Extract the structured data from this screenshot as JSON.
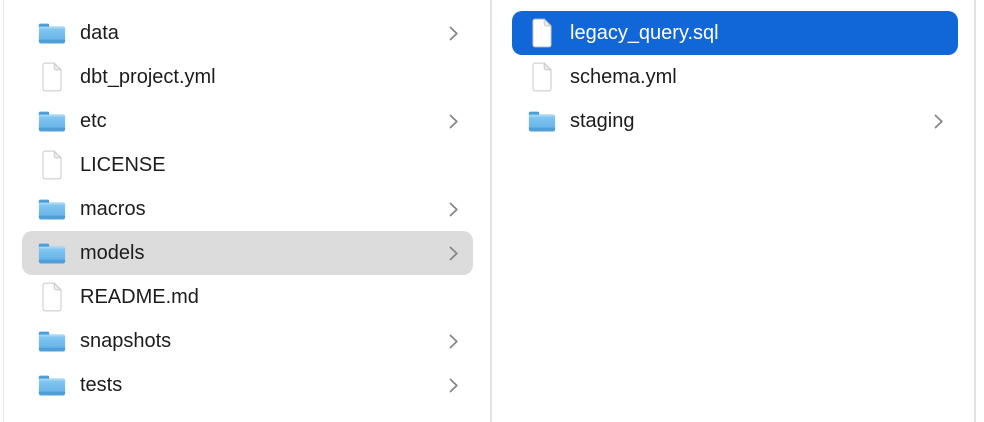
{
  "colors": {
    "selection_active": "#1166d8",
    "selection_inactive": "#dcdcdc",
    "background": "#ffffff",
    "divider": "#e3e3e3",
    "text": "#1c1c1e",
    "selected_text": "#ffffff",
    "chevron": "#868686",
    "folder_blue": "#5caee6",
    "folder_blue_dark": "#4f9ed8"
  },
  "columns": [
    {
      "name": "parent-folder-column",
      "items": [
        {
          "label": "data",
          "type": "folder",
          "icon": "folder-icon",
          "chevron": true,
          "chevron_icon": "chevron-right-icon",
          "selected": "none"
        },
        {
          "label": "dbt_project.yml",
          "type": "file",
          "icon": "file-icon",
          "chevron": false,
          "selected": "none"
        },
        {
          "label": "etc",
          "type": "folder",
          "icon": "folder-icon",
          "chevron": true,
          "chevron_icon": "chevron-right-icon",
          "selected": "none"
        },
        {
          "label": "LICENSE",
          "type": "file",
          "icon": "file-icon",
          "chevron": false,
          "selected": "none"
        },
        {
          "label": "macros",
          "type": "folder",
          "icon": "folder-icon",
          "chevron": true,
          "chevron_icon": "chevron-right-icon",
          "selected": "none"
        },
        {
          "label": "models",
          "type": "folder",
          "icon": "folder-icon",
          "chevron": true,
          "chevron_icon": "chevron-right-icon",
          "selected": "secondary"
        },
        {
          "label": "README.md",
          "type": "file",
          "icon": "file-icon",
          "chevron": false,
          "selected": "none"
        },
        {
          "label": "snapshots",
          "type": "folder",
          "icon": "folder-icon",
          "chevron": true,
          "chevron_icon": "chevron-right-icon",
          "selected": "none"
        },
        {
          "label": "tests",
          "type": "folder",
          "icon": "folder-icon",
          "chevron": true,
          "chevron_icon": "chevron-right-icon",
          "selected": "none"
        }
      ]
    },
    {
      "name": "current-folder-column",
      "items": [
        {
          "label": "legacy_query.sql",
          "type": "file",
          "icon": "file-icon",
          "chevron": false,
          "selected": "primary"
        },
        {
          "label": "schema.yml",
          "type": "file",
          "icon": "file-icon",
          "chevron": false,
          "selected": "none"
        },
        {
          "label": "staging",
          "type": "folder",
          "icon": "folder-icon",
          "chevron": true,
          "chevron_icon": "chevron-right-icon",
          "selected": "none"
        }
      ]
    }
  ]
}
